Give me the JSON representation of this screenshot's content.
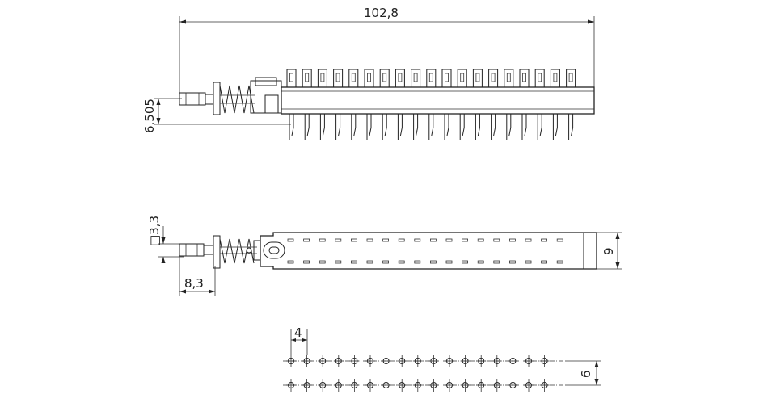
{
  "drawing": {
    "dim_overall_length": "102,8",
    "dim_side_offset": "6,505",
    "dim_shaft_square": "□3,3",
    "dim_shaft_length": "8,3",
    "dim_body_width": "9",
    "dim_pitch": "4",
    "dim_row_spacing": "6"
  },
  "counts": {
    "side_terminals": 19,
    "top_slot_pairs": 18,
    "footprint_holes_per_row": 17
  }
}
